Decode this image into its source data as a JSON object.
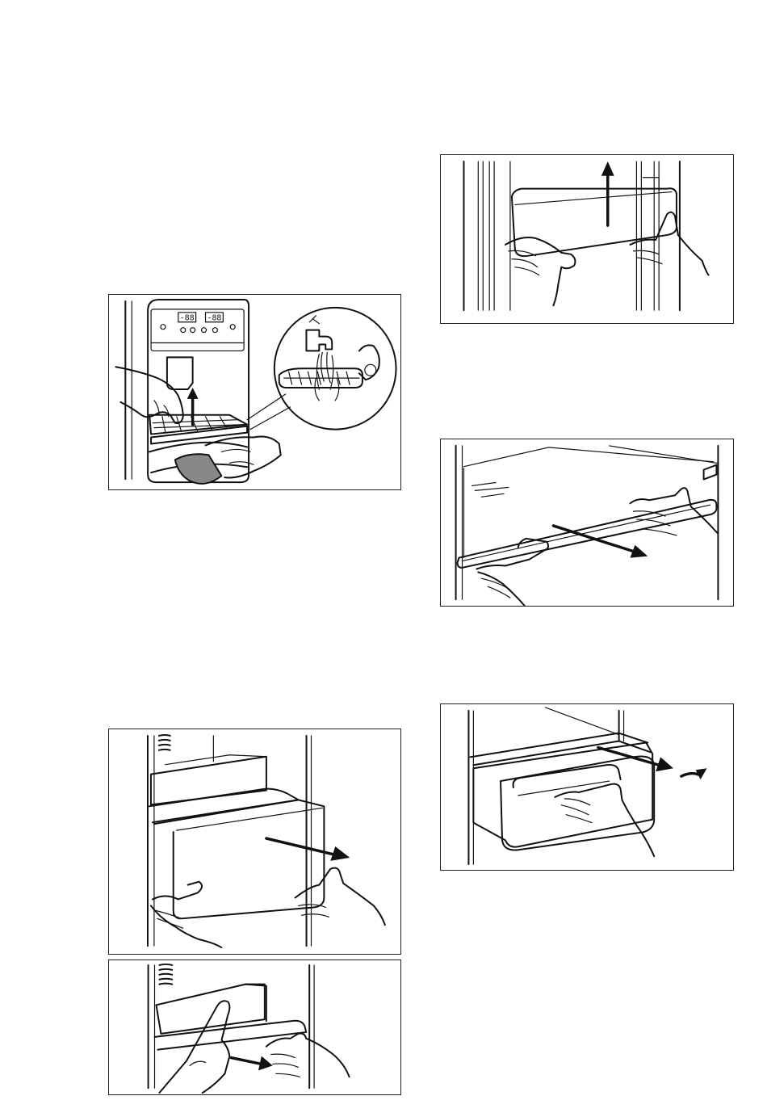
{
  "figures": [
    {
      "id": "dispenser-cleaning",
      "panel": {
        "display_left": "-88",
        "display_right": "-88"
      }
    },
    {
      "id": "door-balcony-removal"
    },
    {
      "id": "glass-shelf-removal"
    },
    {
      "id": "freezer-drawer-removal"
    },
    {
      "id": "bin-removal"
    },
    {
      "id": "crisper-drawer-removal"
    }
  ]
}
